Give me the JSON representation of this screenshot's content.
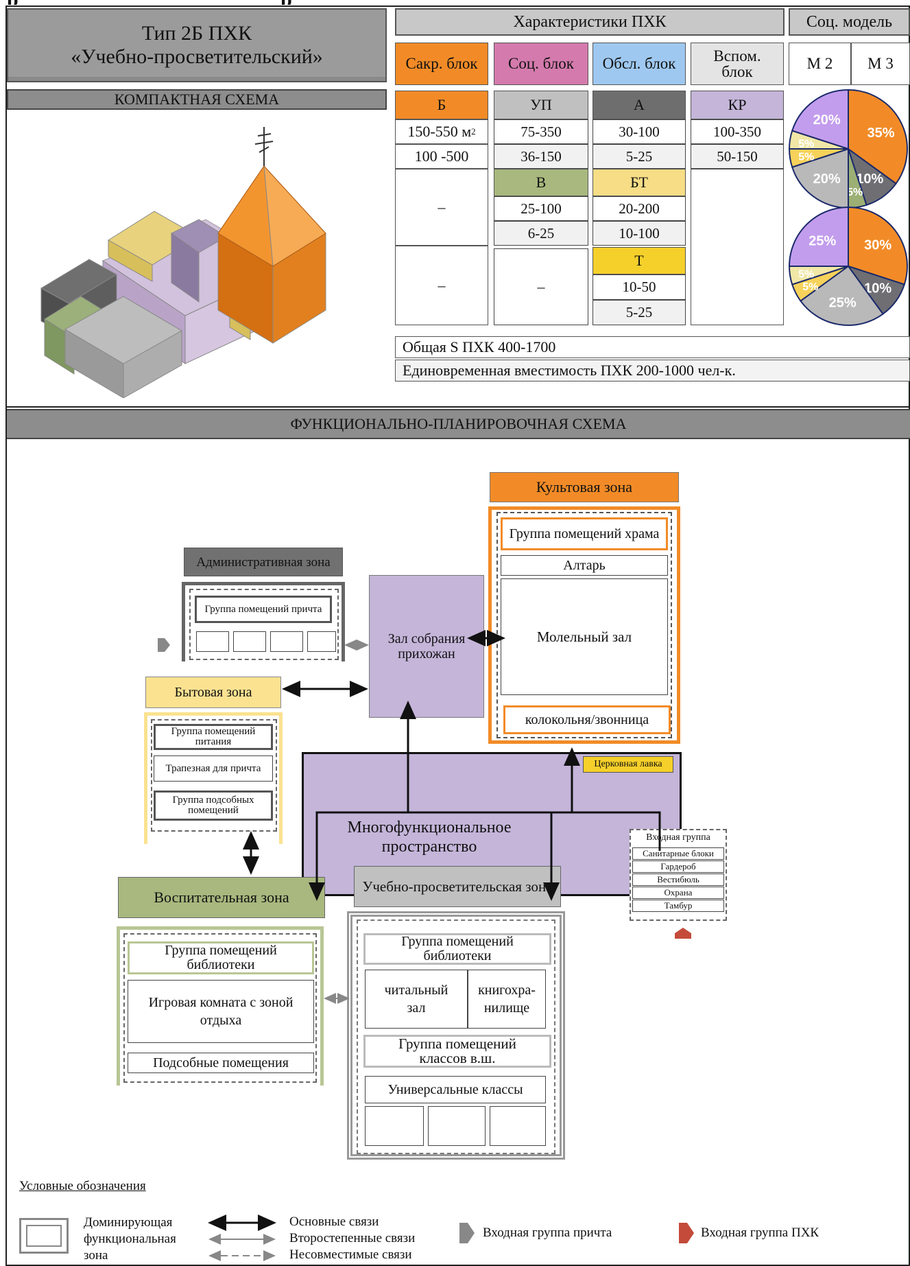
{
  "top_cut": "р                                                   р",
  "type_title": "Тип 2Б ПХК",
  "type_name": "«Учебно-просветительский»",
  "compact_header": "КОМПАКТНАЯ СХЕМА",
  "char_header": "Характеристики ПХК",
  "soc_header": "Соц. модель",
  "blocks": [
    {
      "label": "Сакр. блок",
      "color": "#f28b27"
    },
    {
      "label": "Соц. блок",
      "color": "#d47aad"
    },
    {
      "label": "Обсл. блок",
      "color": "#9ec8ef"
    },
    {
      "label": "Вспом. блок",
      "color": "#e4e4e4"
    }
  ],
  "models": [
    "М 2",
    "М 3"
  ],
  "table": {
    "sacred": {
      "code": "Б",
      "area": "150-550 м",
      "sup": "2",
      "count": "100 -500",
      "dash1": "–",
      "dash2": "–"
    },
    "social": {
      "code": "УП",
      "area": "75-350",
      "count": "36-150",
      "code2": "В",
      "area2": "25-100",
      "count2": "6-25",
      "dash": "–"
    },
    "service": {
      "code": "А",
      "area": "30-100",
      "count": "5-25",
      "code2": "БТ",
      "area2": "20-200",
      "count2": "10-100",
      "code3": "Т",
      "area3": "10-50",
      "count3": "5-25"
    },
    "aux": {
      "code": "КР",
      "area": "100-350",
      "count": "50-150"
    }
  },
  "total_area": "Общая S ПХК 400-1700",
  "capacity": "Единовременная вместимость ПХК 200-1000 чел-к.",
  "pies": [
    {
      "slices": [
        {
          "value": 35,
          "label": "35%",
          "color": "#f28b27"
        },
        {
          "value": 10,
          "label": "10%",
          "color": "#6e6e73"
        },
        {
          "value": 5,
          "label": "5%",
          "color": "#9caf74"
        },
        {
          "value": 20,
          "label": "20%",
          "color": "#b9b9b9"
        },
        {
          "value": 5,
          "label": "5%",
          "color": "#f6d25a"
        },
        {
          "value": 5,
          "label": "5%",
          "color": "#f1e7a6"
        },
        {
          "value": 20,
          "label": "20%",
          "color": "#c39ded"
        }
      ]
    },
    {
      "slices": [
        {
          "value": 30,
          "label": "30%",
          "color": "#f28b27"
        },
        {
          "value": 10,
          "label": "10%",
          "color": "#6e6e73"
        },
        {
          "value": 25,
          "label": "25%",
          "color": "#b9b9b9"
        },
        {
          "value": 5,
          "label": "5%",
          "color": "#f6d25a"
        },
        {
          "value": 5,
          "label": "5%",
          "color": "#f1e7a6"
        },
        {
          "value": 25,
          "label": "25%",
          "color": "#c39ded"
        }
      ]
    }
  ],
  "func_header": "ФУНКЦИОНАЛЬНО-ПЛАНИРОВОЧНАЯ СХЕМА",
  "zones": {
    "cult": {
      "title": "Культовая зона",
      "group": "Группа помещений храма",
      "altar": "Алтарь",
      "hall": "Молельный зал",
      "bell": "колокольня/звонница"
    },
    "admin": {
      "title": "Административная зона",
      "group": "Группа помещений причта"
    },
    "assembly": "Зал собрания прихожан",
    "domestic": {
      "title": "Бытовая зона",
      "food": "Группа помещений питания",
      "refectory": "Трапезная для причта",
      "aux": "Группа подсобных помещений"
    },
    "church_shop": "Церковная лавка",
    "multi": "Многофункциональное пространство",
    "entrance": {
      "title": "Входная группа",
      "items": [
        "Санитарные блоки",
        "Гардероб",
        "Вестибюль",
        "Охрана",
        "Тамбур"
      ]
    },
    "edu_left": {
      "title": "Воспитательная зона",
      "library": "Группа помещений библиотеки",
      "playroom": "Игровая комната с зоной отдыха",
      "utility": "Подсобные помещения"
    },
    "edu_center": {
      "title": "Учебно-просветительская зона",
      "library": "Группа помещений библиотеки",
      "reading": "читальный зал",
      "storage": "книгохра-нилище",
      "classes_group": "Группа помещений классов в.ш.",
      "universal": "Универсальные классы"
    }
  },
  "legend": {
    "title": "Условные обозначения",
    "dominant": "Доминирующая функциональная зона",
    "main": "Основные связи",
    "secondary": "Второстепенные связи",
    "incompatible": "Несовместимые связи",
    "clergy_entry": "Входная группа причта",
    "main_entry": "Входная группа ПХК"
  }
}
